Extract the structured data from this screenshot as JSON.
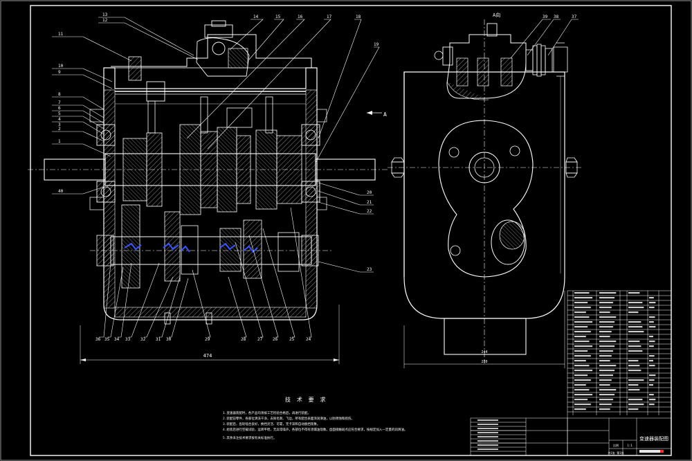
{
  "drawing": {
    "view_label_a": "A向",
    "section_arrow_label": "A",
    "dim_main_width": "474",
    "dim_right_inner": "244",
    "dim_right_outer": "280",
    "tech_title": "技 术 要 求",
    "tech_notes": [
      "1.变速器装配时，各产品均须按工艺检验合格后，再进行装配。",
      "2.装配前零件，各部位清洗干净，去除毛刺、飞边，所有配合表面涂润滑油，以防锈蚀和损伤。",
      "3.装配后，齿轮啮合良好，换挡灵活、可靠，无卡滞和自动脱挡现象。",
      "4.组装后进行空载试验，运转平稳，无异常噪声，各部位不得有渗漏油现象。齿面接触斑点应符合要求，按规定加入一定量的润滑油。",
      "5.其余未注技术要求按有关标准执行。"
    ],
    "title_block": {
      "name": "变速器装配图",
      "scale_label": "比例",
      "scale": "1:1",
      "sheet": "共1张 第1张"
    },
    "balloons_left": [
      "11",
      "10",
      "9",
      "8",
      "7",
      "6",
      "5",
      "4",
      "3",
      "2",
      "1",
      "40"
    ],
    "balloons_top": [
      "13",
      "12",
      "14",
      "15",
      "16",
      "17",
      "18",
      "19"
    ],
    "balloons_right": [
      "20",
      "21",
      "22",
      "23"
    ],
    "balloons_bottom": [
      "36",
      "35",
      "34",
      "33",
      "32",
      "31",
      "30",
      "29",
      "28",
      "27",
      "26",
      "25",
      "24"
    ],
    "balloons_side": [
      "39",
      "38",
      "37"
    ]
  }
}
